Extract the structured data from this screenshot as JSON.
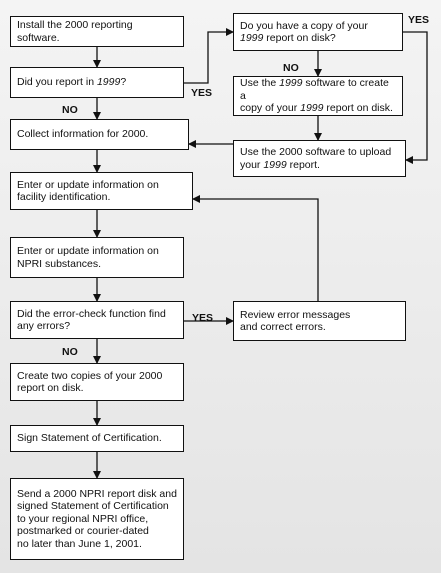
{
  "nodes": {
    "install": {
      "segments": [
        {
          "t": "Install the 2000 reporting software."
        }
      ]
    },
    "report1999": {
      "segments": [
        {
          "t": "Did you report in "
        },
        {
          "t": "1999",
          "i": true
        },
        {
          "t": "?"
        }
      ]
    },
    "copyDisk": {
      "segments": [
        {
          "t": "Do you have a copy of your\n"
        },
        {
          "t": "1999",
          "i": true
        },
        {
          "t": " report on disk?"
        }
      ]
    },
    "create1999": {
      "segments": [
        {
          "t": "Use the "
        },
        {
          "t": "1999",
          "i": true
        },
        {
          "t": " software to create a\ncopy of your "
        },
        {
          "t": "1999",
          "i": true
        },
        {
          "t": " report on disk."
        }
      ]
    },
    "collect": {
      "segments": [
        {
          "t": "Collect information for 2000."
        }
      ]
    },
    "upload": {
      "segments": [
        {
          "t": "Use the 2000 software to upload\nyour "
        },
        {
          "t": "1999",
          "i": true
        },
        {
          "t": " report."
        }
      ]
    },
    "facility": {
      "segments": [
        {
          "t": "Enter or update information on\nfacility identification."
        }
      ]
    },
    "substances": {
      "segments": [
        {
          "t": "Enter or update information on\nNPRI substances."
        }
      ]
    },
    "errorCheck": {
      "segments": [
        {
          "t": "Did the error-check function find\nany errors?"
        }
      ]
    },
    "review": {
      "segments": [
        {
          "t": "Review error messages\nand correct errors."
        }
      ]
    },
    "copies": {
      "segments": [
        {
          "t": "Create two copies of your 2000\nreport on disk."
        }
      ]
    },
    "sign": {
      "segments": [
        {
          "t": "Sign Statement of Certification."
        }
      ]
    },
    "send": {
      "segments": [
        {
          "t": "Send a 2000 NPRI report disk and\nsigned Statement of Certification\nto your regional NPRI office,\npostmarked or courier-dated\nno later than June 1, 2001."
        }
      ]
    }
  },
  "edge_labels": {
    "yes_report1999": "YES",
    "no_report1999": "NO",
    "yes_copyDisk": "YES",
    "no_copyDisk": "NO",
    "yes_errors": "YES",
    "no_errors": "NO"
  }
}
